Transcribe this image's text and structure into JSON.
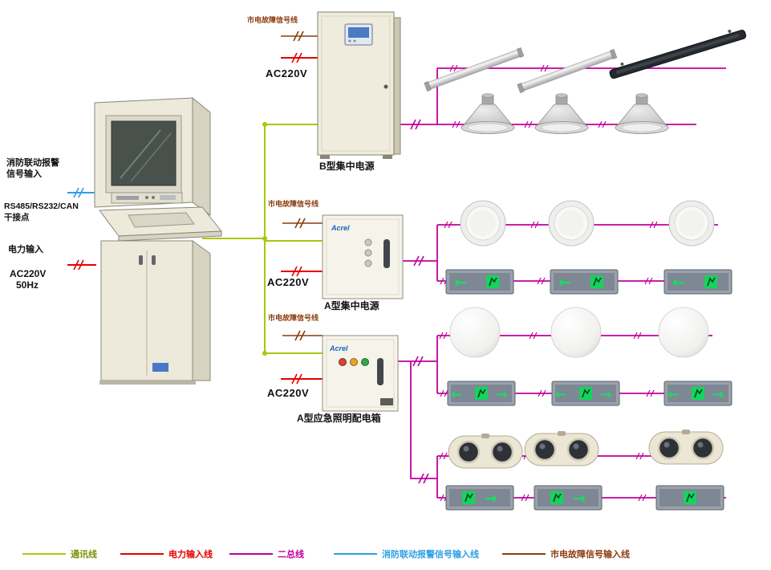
{
  "left_labels": {
    "fire_alarm_1": "消防联动报警",
    "fire_alarm_2": "信号输入",
    "bus_spec": "RS485/RS232/CAN",
    "dry_contact": "干接点",
    "power_input": "电力输入",
    "ac220v": "AC220V",
    "hz50": "50Hz"
  },
  "units": {
    "power_b": {
      "name": "B型集中电源",
      "mains_fault": "市电故障信号线",
      "ac": "AC220V"
    },
    "power_a": {
      "name": "A型集中电源",
      "mains_fault": "市电故障信号线",
      "ac": "AC220V",
      "brand": "Acrel"
    },
    "dist_box": {
      "name": "A型应急照明配电箱",
      "mains_fault": "市电故障信号线",
      "ac": "AC220V",
      "brand": "Acrel"
    }
  },
  "legend": {
    "items": [
      {
        "label": "通讯线",
        "color": "#a8c80a"
      },
      {
        "label": "电力输入线",
        "color": "#e60000"
      },
      {
        "label": "二总线",
        "color": "#c0009c"
      },
      {
        "label": "消防联动报警信号输入线",
        "color": "#2e9fe6"
      },
      {
        "label": "市电故障信号输入线",
        "color": "#8a3c10"
      }
    ]
  },
  "colors": {
    "comm_line": "#a8c80a",
    "power_line": "#e60000",
    "bus_line": "#c0009c",
    "fire_line": "#2e9fe6",
    "fault_line": "#8a3c10",
    "cabinet_body": "#efecdd",
    "console_body": "#edeadc",
    "exit_green": "#14d45c"
  }
}
